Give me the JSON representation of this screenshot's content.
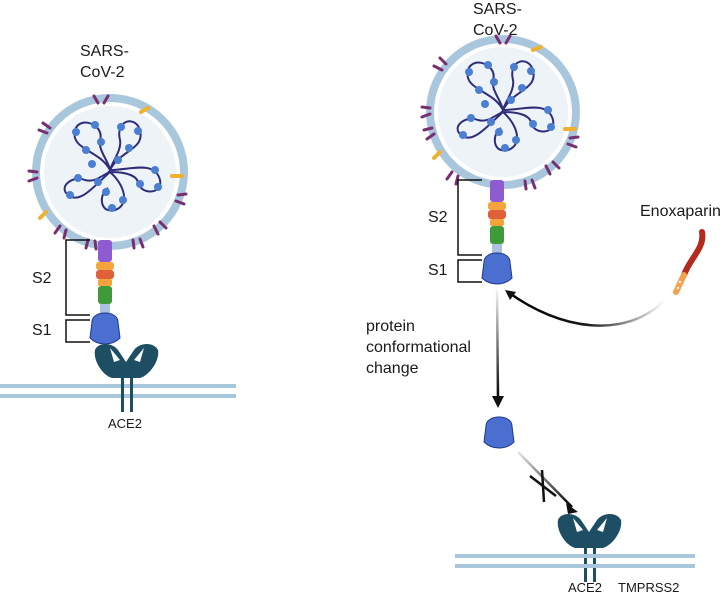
{
  "colors": {
    "membrane_outer": "#a9c7dc",
    "membrane_inner": "#ffffff",
    "virus_fill": "#eef3f8",
    "rna_strand": "#2d2d7a",
    "rna_bead": "#4a7fd2",
    "spike_purple": "#7a2e72",
    "spike_orange": "#f0b030",
    "s2_violet": "#8f5bd0",
    "s2_orange": "#f4a43a",
    "s2_red": "#e0603a",
    "s2_green": "#3f9a3a",
    "stalk": "#a9c2e3",
    "s1_blue": "#4a6fd0",
    "receptor": "#1d4e63",
    "cell_membrane": "#a9c7dc",
    "heparin_red": "#b52a1e",
    "heparin_orange": "#f5a04a"
  },
  "left_panel": {
    "virus_label_line1": "SARS-",
    "virus_label_line2": "CoV-2",
    "s2_label": "S2",
    "s1_label": "S1",
    "receptor_label": "ACE2"
  },
  "right_panel": {
    "virus_label_line1": "SARS-",
    "virus_label_line2": "CoV-2",
    "s2_label": "S2",
    "s1_label": "S1",
    "drug_label": "Enoxaparin",
    "change_label_line1": "protein",
    "change_label_line2": "conformational",
    "change_label_line3": "change",
    "receptor_label_1": "ACE2",
    "receptor_label_2": "TMPRSS2"
  },
  "icons": [
    "virus-icon",
    "rna-icon",
    "spike-protein-icon",
    "ace2-receptor-icon",
    "enoxaparin-icon",
    "block-cross-icon"
  ]
}
